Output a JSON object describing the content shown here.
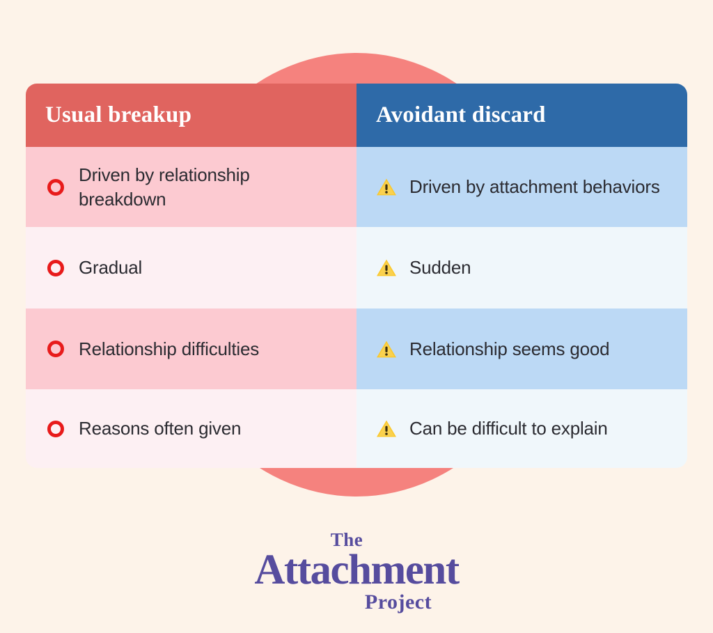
{
  "page": {
    "background_color": "#fdf3e9",
    "decoration": {
      "shape_name": "coral-ellipse",
      "color": "#f5827e"
    }
  },
  "table": {
    "columns": [
      {
        "header": "Usual breakup",
        "header_bg": "#e0645f",
        "header_text_color": "#ffffff",
        "icon": "red-ring-icon",
        "row_bg_odd": "#fccad1",
        "row_bg_even": "#fdf0f3",
        "rows": [
          "Driven by relationship breakdown",
          "Gradual",
          "Relationship difficulties",
          "Reasons often given"
        ]
      },
      {
        "header": "Avoidant discard",
        "header_bg": "#2e6aa8",
        "header_text_color": "#ffffff",
        "icon": "warning-triangle-icon",
        "row_bg_odd": "#bcd9f5",
        "row_bg_even": "#f0f7fb",
        "rows": [
          "Driven by attachment behaviors",
          "Sudden",
          "Relationship seems good",
          "Can be difficult to explain"
        ]
      }
    ]
  },
  "logo": {
    "line1": "The",
    "line2": "Attachment",
    "line3": "Project",
    "color": "#564c9e"
  }
}
